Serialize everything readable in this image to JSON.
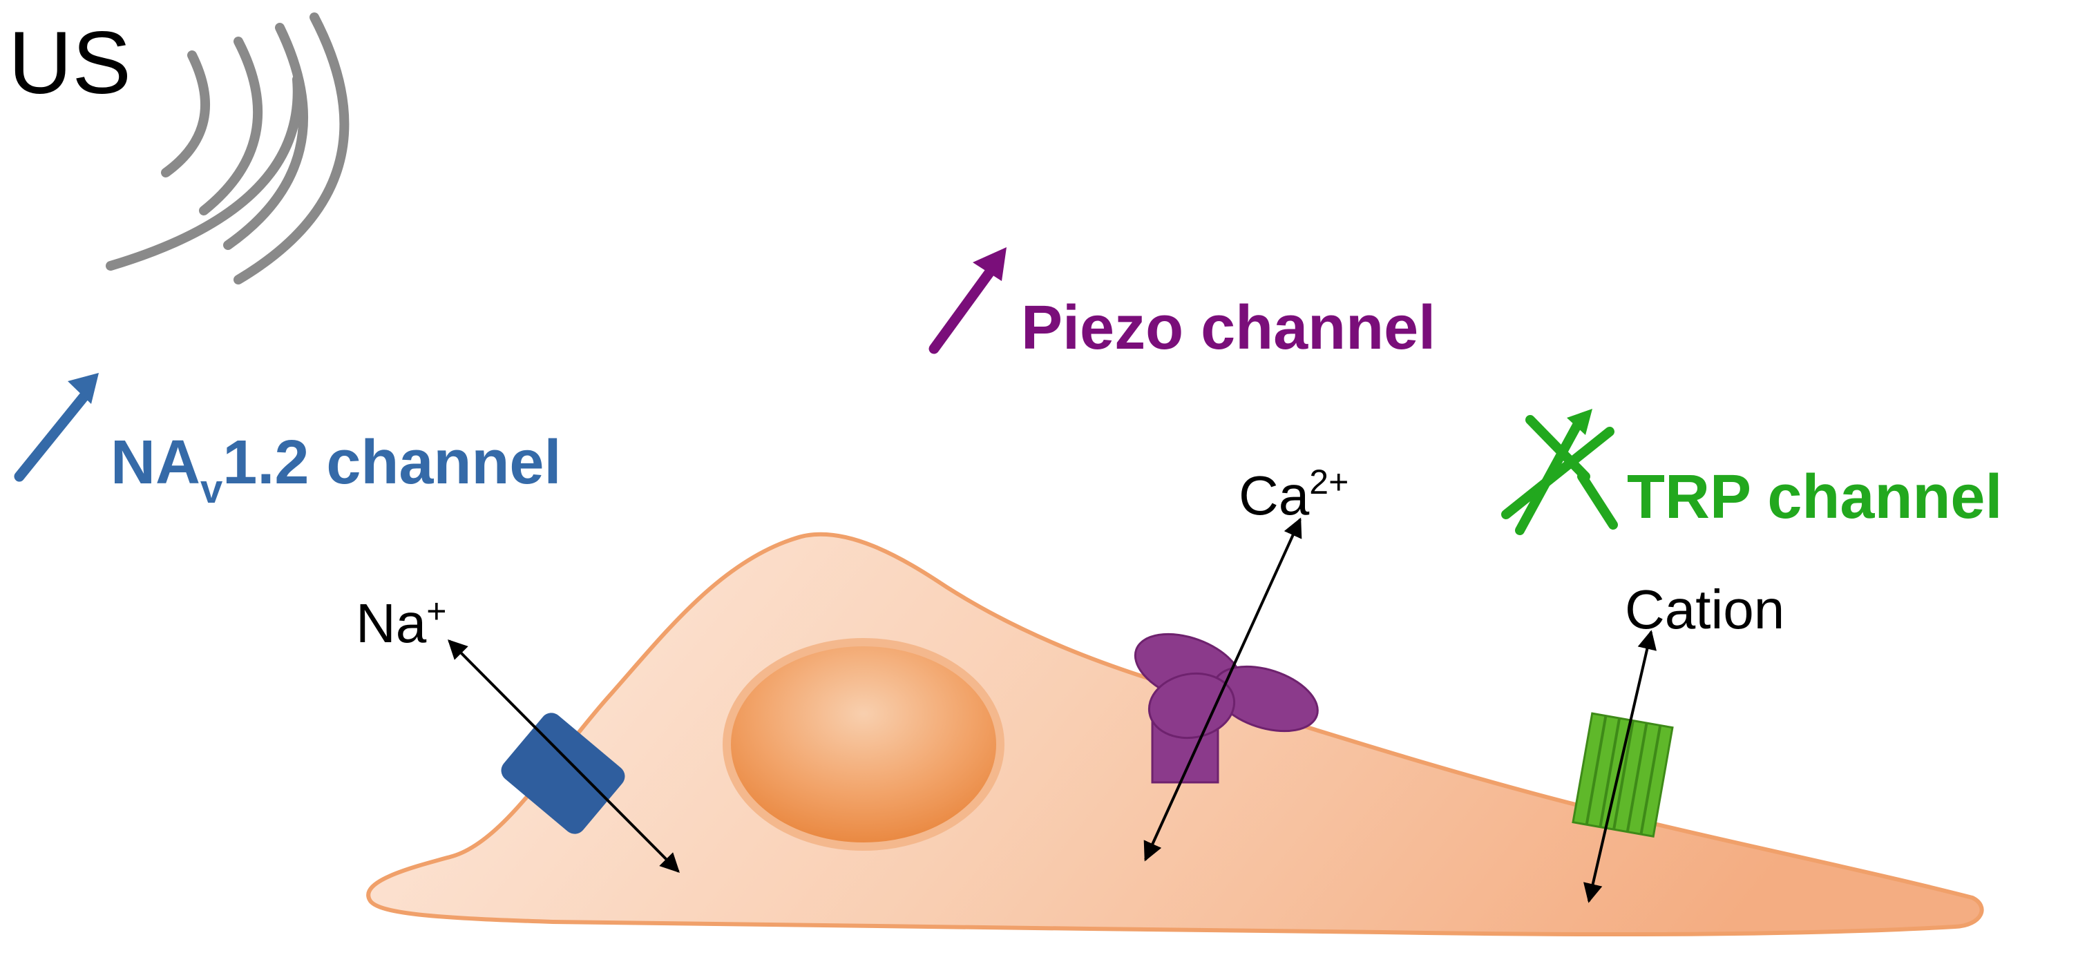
{
  "labels": {
    "us": "US",
    "nav_prefix": "NA",
    "nav_sub": "v",
    "nav_suffix": "1.2 channel",
    "piezo": "Piezo channel",
    "trp": "TRP channel",
    "na_ion": "Na",
    "na_charge": "+",
    "ca_ion": "Ca",
    "ca_charge": "2+",
    "cation": "Cation"
  },
  "colors": {
    "nav": "#356aa8",
    "piezo": "#7a0e7a",
    "trp": "#22a81e",
    "waves": "#8a8a8a",
    "cell_fill_light": "#fde6d8",
    "cell_fill_dark": "#f5b68f",
    "cell_outline": "#f0a06a",
    "nucleus_center": "#f7c7a0",
    "nucleus_edge": "#ea8a45",
    "channel_blue": "#2f5e9e",
    "channel_purple": "#8b3a8b",
    "channel_green": "#5fb82a"
  },
  "indicators": {
    "nav": "increase-arrow",
    "piezo": "increase-arrow",
    "trp": "no-change"
  }
}
